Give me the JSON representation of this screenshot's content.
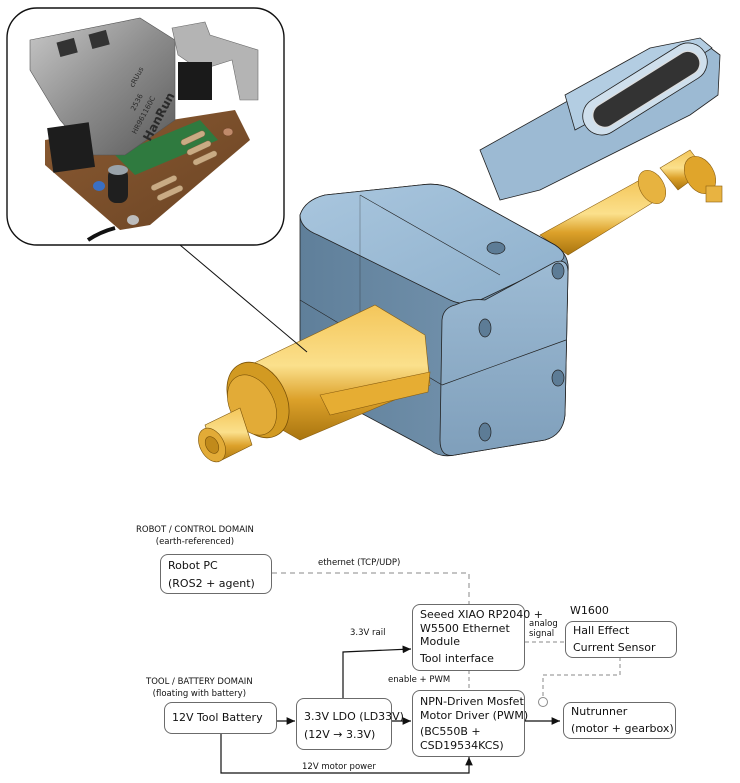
{
  "figure": {
    "photo_inset": {
      "description": "Photo of assembled tool-interface PCB with RJ45 jack",
      "jack_markings": [
        "HanRun",
        "HR961160C",
        "2536",
        "cRUus"
      ]
    },
    "cad_render": {
      "description": "3D CAD render of blue housing block with gold nutrunner shaft and extension arm"
    },
    "colors": {
      "housing_blue": "#9fbdd6",
      "housing_shadow": "#6f8ea8",
      "gold": "#e0a52b",
      "gold_dark": "#a87414",
      "line": "#222222",
      "box_border": "#6b6b6b",
      "dashed": "#8a8a8a"
    }
  },
  "diagram": {
    "domains": {
      "robot": {
        "title": "ROBOT / CONTROL DOMAIN",
        "subtitle": "(earth-referenced)"
      },
      "tool": {
        "title": "TOOL / BATTERY DOMAIN",
        "subtitle": "(floating with battery)"
      }
    },
    "blocks": {
      "robot_pc": {
        "lines": [
          "Robot PC",
          "(ROS2 + agent)"
        ]
      },
      "xiao": {
        "lines": [
          "Seeed XIAO RP2040 +",
          "W5500 Ethernet",
          "Module",
          "Tool interface"
        ]
      },
      "sensor": {
        "header": "W1600",
        "lines": [
          "Hall Effect",
          "Current Sensor"
        ]
      },
      "battery": {
        "lines": [
          "12V Tool Battery"
        ]
      },
      "ldo": {
        "lines": [
          "3.3V LDO (LD33V)",
          "(12V → 3.3V)"
        ]
      },
      "driver": {
        "lines": [
          "NPN-Driven Mosfet",
          "Motor Driver (PWM)",
          "(BC550B +",
          "CSD19534KCS)"
        ]
      },
      "nutrunner": {
        "lines": [
          "Nutrunner",
          "(motor + gearbox)"
        ]
      }
    },
    "connections": {
      "ethernet": "ethernet (TCP/UDP)",
      "rail": "3.3V rail",
      "analog": [
        "analog",
        "signal"
      ],
      "enable": "enable + PWM",
      "motor_power": "12V motor power"
    }
  }
}
